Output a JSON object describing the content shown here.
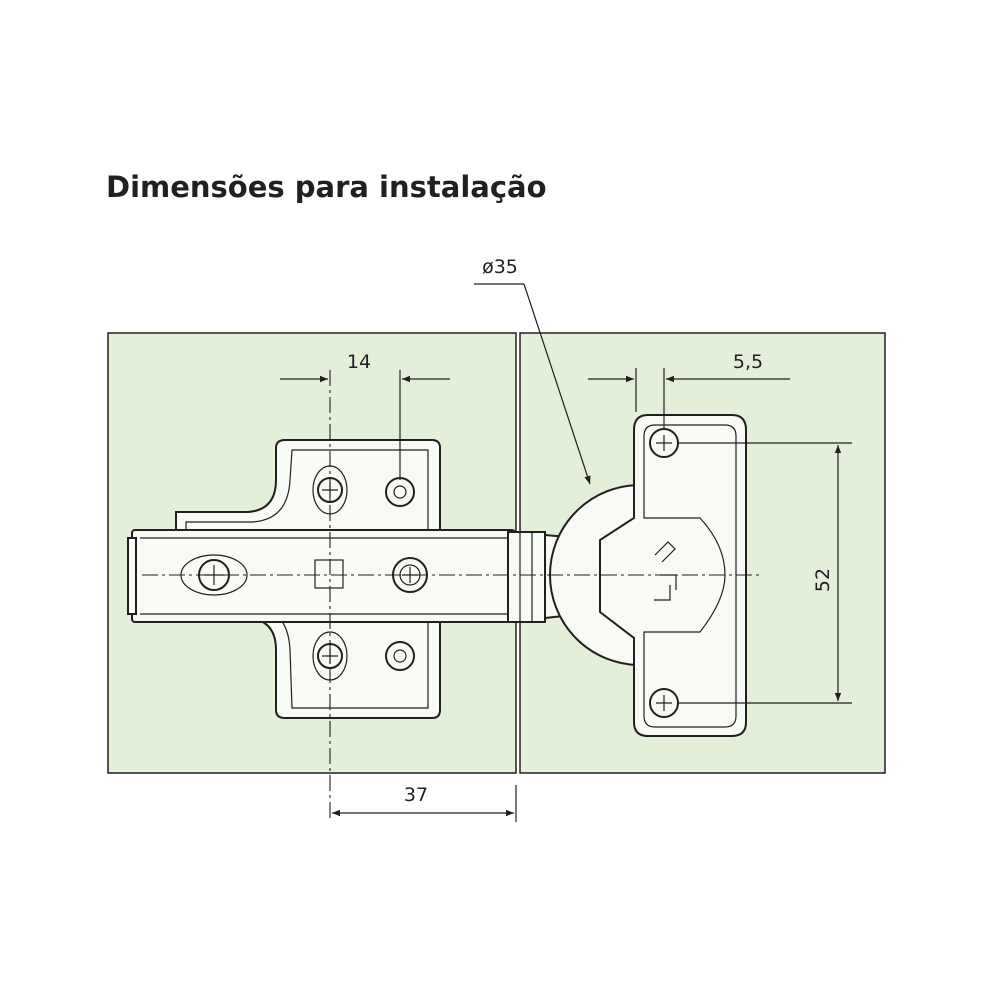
{
  "title": "Dimensões para instalação",
  "colors": {
    "panel": "#e3efd9",
    "ink": "#231f20",
    "part_fill": "#f8faf6"
  },
  "dimensions": {
    "hole_diameter": "ø35",
    "screw_spacing": "14",
    "edge_distance": "5,5",
    "plate_distance": "37",
    "plate_hole_spacing": "52"
  }
}
